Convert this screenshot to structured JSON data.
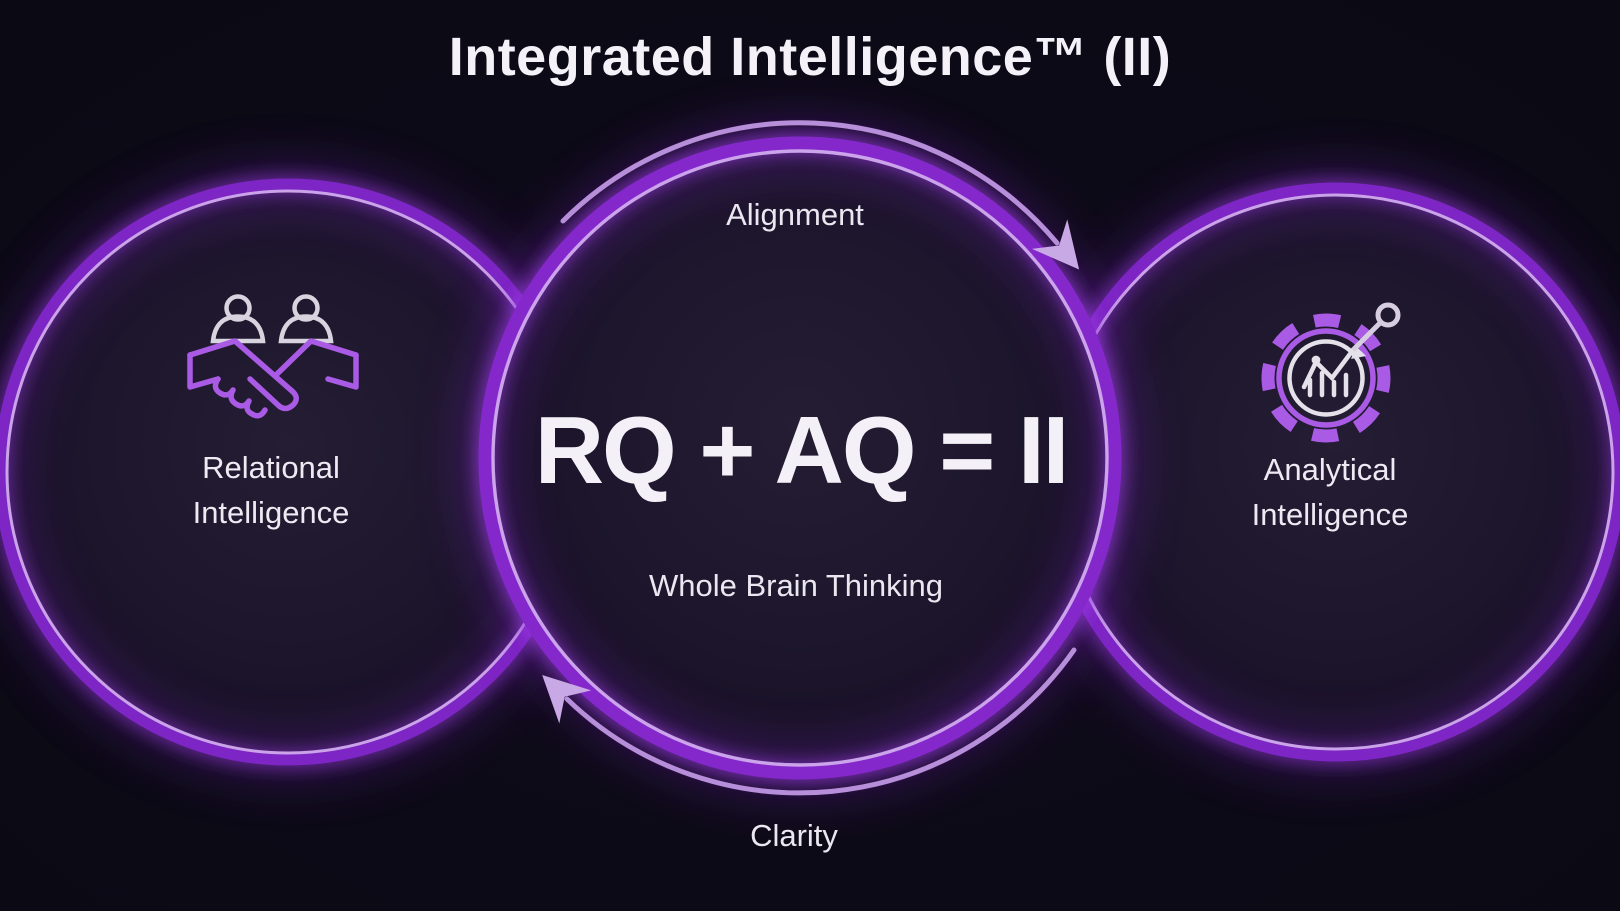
{
  "title": "Integrated Intelligence™ (II)",
  "center_circle": {
    "top_label": "Alignment",
    "formula": "RQ + AQ = II",
    "subtitle": "Whole Brain Thinking",
    "bottom_outer_label": "Clarity"
  },
  "left_circle": {
    "label_line1": "Relational",
    "label_line2": "Intelligence",
    "icon": "handshake-people-icon"
  },
  "right_circle": {
    "label_line1": "Analytical",
    "label_line2": "Intelligence",
    "icon": "gear-analytics-icon"
  },
  "arrows": {
    "direction": "clockwise"
  },
  "colors": {
    "background": "#0c0a16",
    "ring_band": "#7e25c5",
    "ring_highlight": "#d2abf0",
    "arrow_arc": "#b68ed9",
    "glow": "#7c22c4",
    "text_primary": "#f3f1f7",
    "text_secondary": "#eae7f1",
    "icon_purple": "#aa5be5",
    "icon_light": "#d8d4df"
  }
}
